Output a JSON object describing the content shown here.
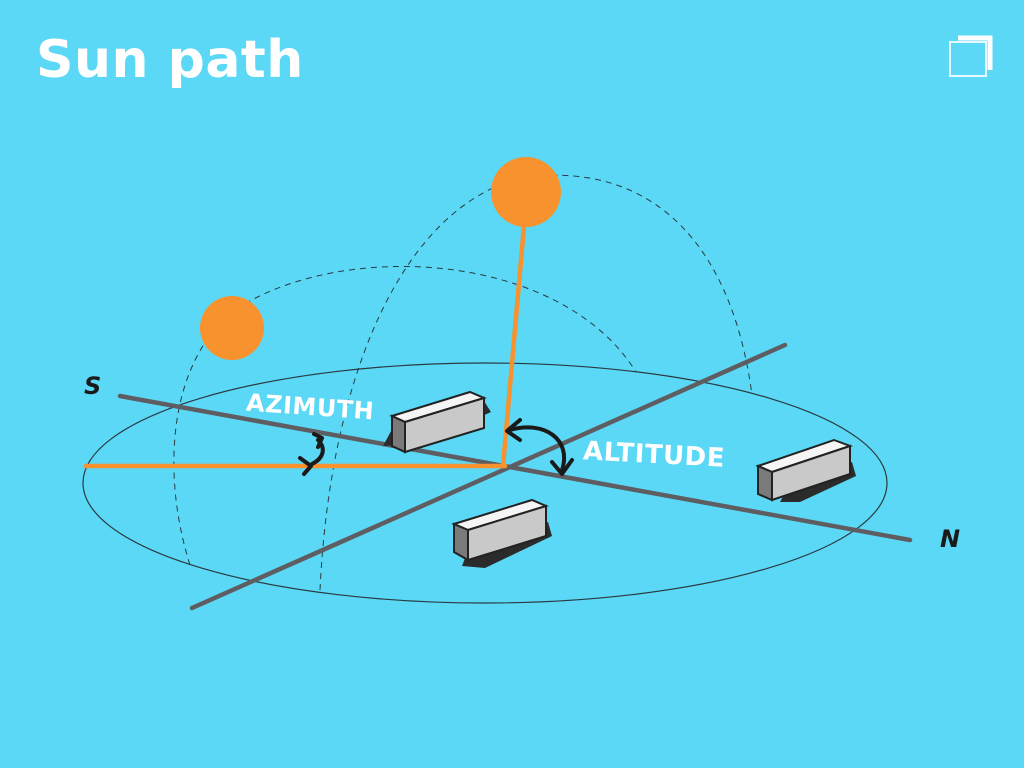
{
  "title": "Sun path",
  "labels": {
    "azimuth": "AZIMUTH",
    "altitude": "ALTITUDE",
    "south": "S",
    "north": "N"
  },
  "controls": {
    "corner_icon": "expand-corner-icon"
  },
  "colors": {
    "background": "#5ad8f6",
    "sun": "#f7922e",
    "axis": "#5e5e62",
    "text": "#ffffff"
  }
}
